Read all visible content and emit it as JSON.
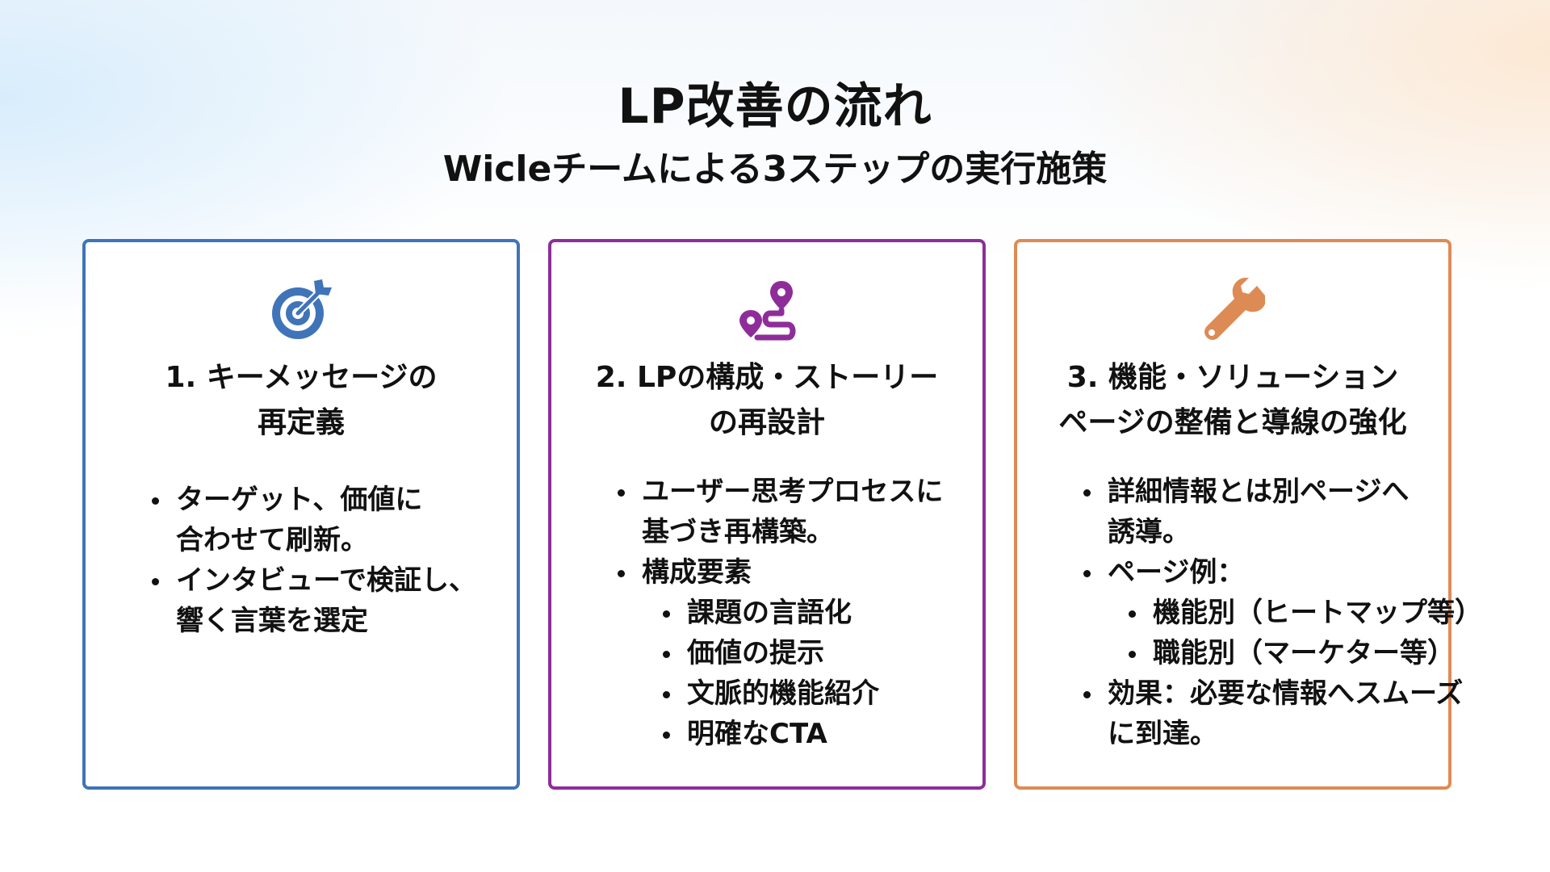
{
  "header": {
    "title": "LP改善の流れ",
    "subtitle": "Wicleチームによる3ステップの実行施策"
  },
  "colors": {
    "card1_accent": "#3f74b9",
    "card2_accent": "#8e2d9a",
    "card3_accent": "#dd8b55"
  },
  "cards": [
    {
      "icon": "target-icon",
      "title_lines": [
        "1. キーメッセージの",
        "再定義"
      ],
      "bullets": [
        {
          "lines": [
            "ターゲット、価値に",
            "合わせて刷新。"
          ]
        },
        {
          "lines": [
            "インタビューで検証し、",
            "響く言葉を選定"
          ]
        }
      ]
    },
    {
      "icon": "route-icon",
      "title_lines": [
        "2. LPの構成・ストーリー",
        "の再設計"
      ],
      "bullets": [
        {
          "lines": [
            "ユーザー思考プロセスに",
            "基づき再構築。"
          ]
        },
        {
          "lines": [
            "構成要素"
          ]
        },
        {
          "lines": [
            "課題の言語化"
          ]
        },
        {
          "lines": [
            "価値の提示"
          ]
        },
        {
          "lines": [
            "文脈的機能紹介"
          ]
        },
        {
          "lines": [
            "明確なCTA"
          ]
        }
      ]
    },
    {
      "icon": "wrench-icon",
      "title_lines": [
        "3. 機能・ソリューション",
        "ページの整備と導線の強化"
      ],
      "bullets": [
        {
          "lines": [
            "詳細情報とは別ページへ",
            "誘導。"
          ]
        },
        {
          "lines": [
            "ページ例："
          ]
        },
        {
          "lines": [
            "機能別（ヒートマップ等）"
          ]
        },
        {
          "lines": [
            "職能別（マーケター等）"
          ]
        },
        {
          "lines": [
            "効果：必要な情報へスムーズ",
            "に到達。"
          ]
        }
      ]
    }
  ]
}
